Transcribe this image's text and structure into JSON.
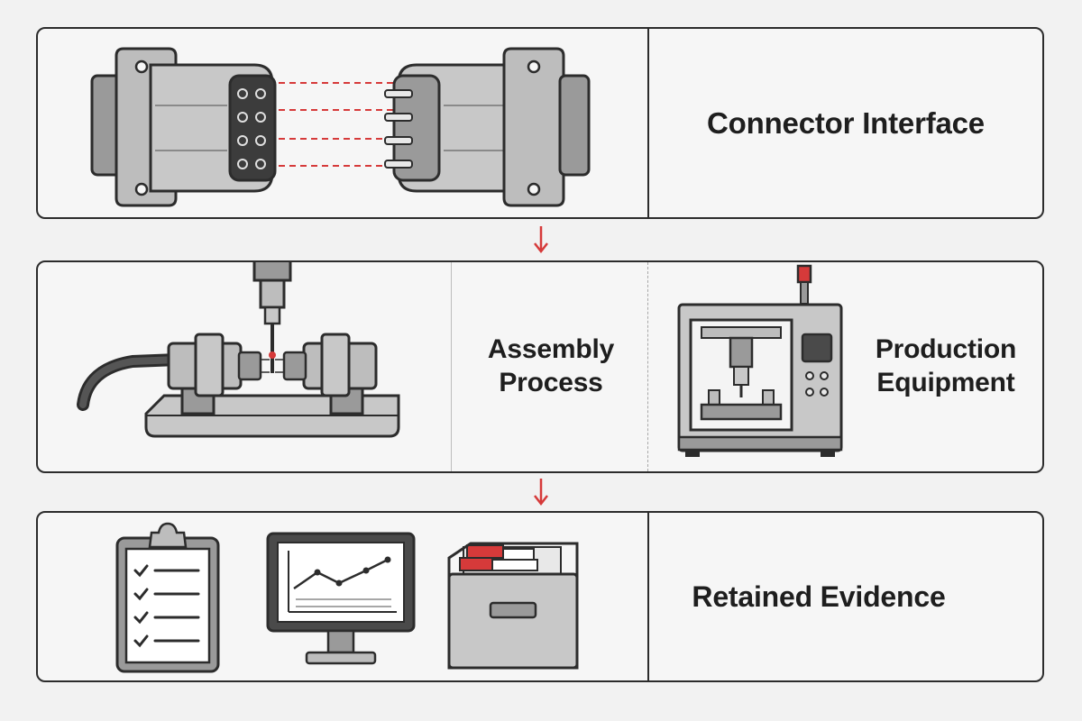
{
  "labels": {
    "connector_interface": "Connector Interface",
    "assembly_process": [
      "Assembly",
      "Process"
    ],
    "production_equipment": [
      "Production",
      "Equipment"
    ],
    "retained_evidence": "Retained Evidence"
  },
  "colors": {
    "accent_red": "#d63a3a",
    "outline": "#2c2c2c",
    "metal": "#c8c8c8",
    "metal_dark": "#9a9a9a",
    "background": "#f2f2f2"
  },
  "icons": [
    "connector-pair-icon",
    "assembly-fixture-icon",
    "cnc-machine-icon",
    "checklist-clipboard-icon",
    "monitor-chart-icon",
    "file-drawer-icon",
    "down-arrow-icon"
  ]
}
